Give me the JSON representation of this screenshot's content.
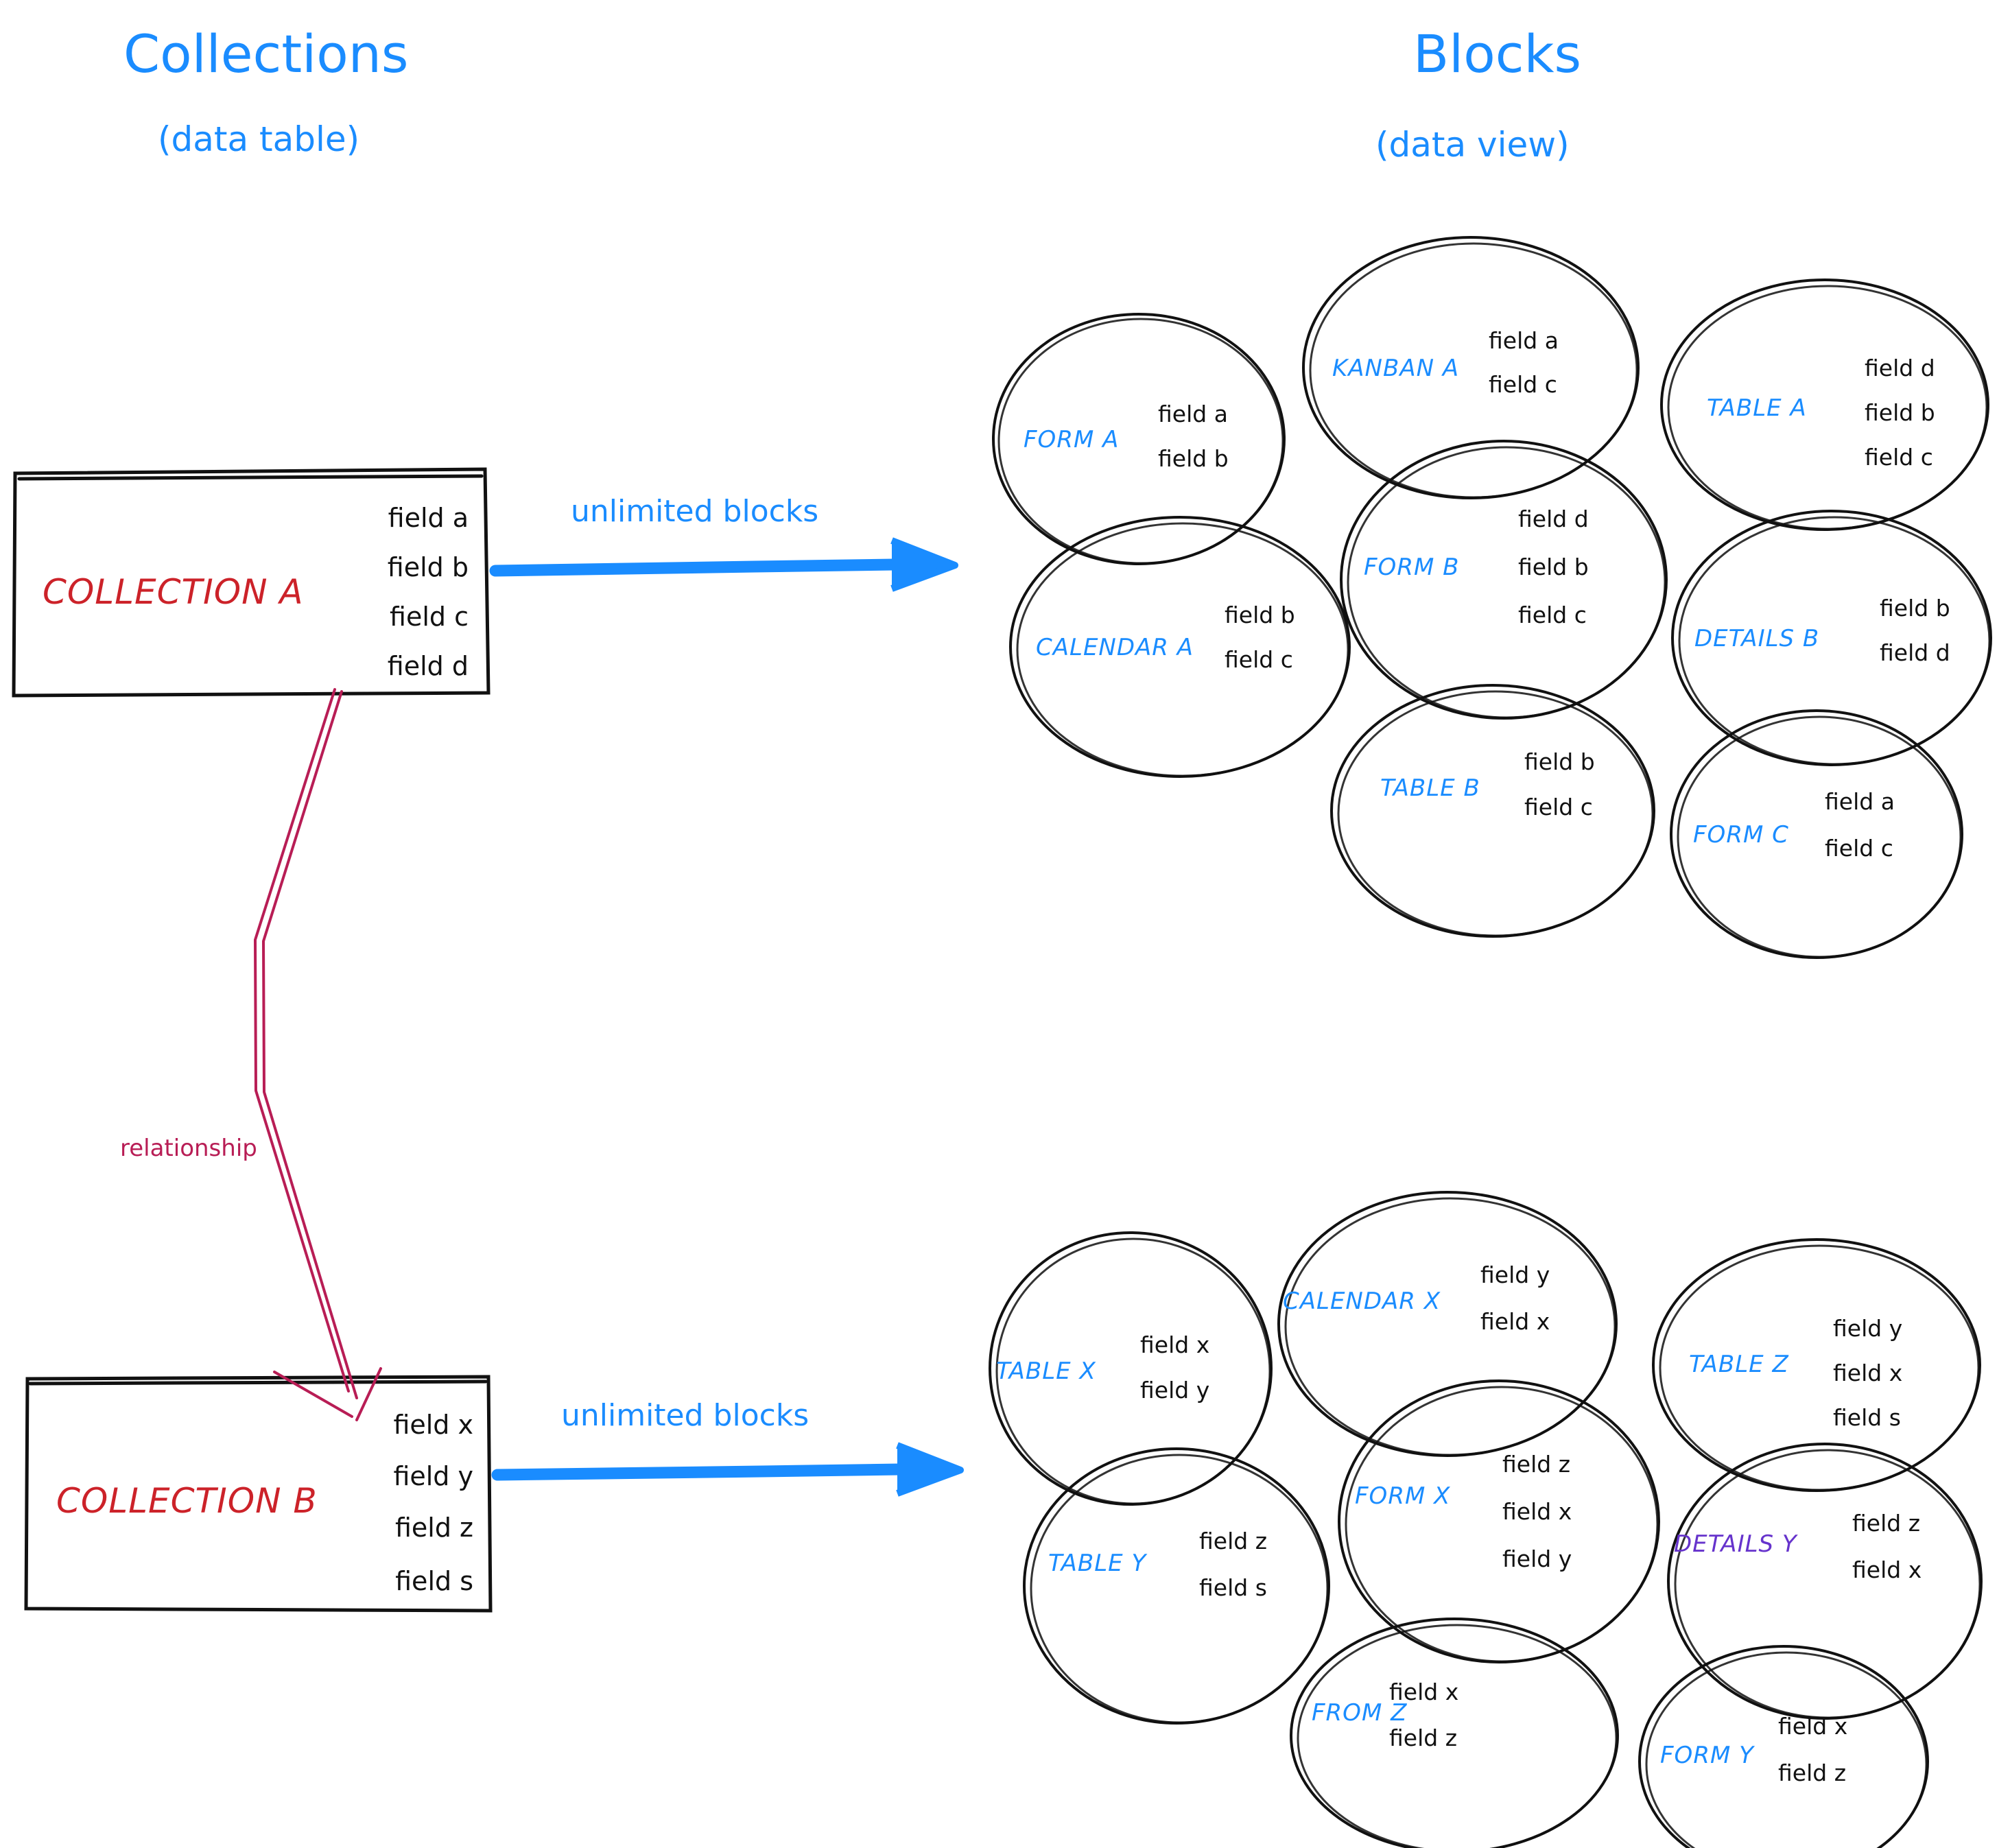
{
  "headings": {
    "left_title": "Collections",
    "left_subtitle": "(data table)",
    "right_title": "Blocks",
    "right_subtitle": "(data view)"
  },
  "colors": {
    "accent_blue": "#1a8cff",
    "collection_red": "#cc2229",
    "relationship_crimson": "#b81d55",
    "details_purple": "#6633cc",
    "ink_black": "#111111",
    "background": "#ffffff"
  },
  "collections": [
    {
      "id": "collection-a",
      "name": "COLLECTION A",
      "fields": [
        "field a",
        "field b",
        "field c",
        "field d"
      ],
      "arrow_label": "unlimited blocks"
    },
    {
      "id": "collection-b",
      "name": "COLLECTION B",
      "fields": [
        "field x",
        "field y",
        "field z",
        "field s"
      ],
      "arrow_label": "unlimited blocks"
    }
  ],
  "relationship": {
    "label": "relationship"
  },
  "blocks_group_a": [
    {
      "name": "FORM A",
      "color": "blue",
      "fields": [
        "field a",
        "field b"
      ]
    },
    {
      "name": "KANBAN A",
      "color": "blue",
      "fields": [
        "field a",
        "field c"
      ]
    },
    {
      "name": "TABLE A",
      "color": "blue",
      "fields": [
        "field d",
        "field b",
        "field c"
      ]
    },
    {
      "name": "CALENDAR A",
      "color": "blue",
      "fields": [
        "field b",
        "field c"
      ]
    },
    {
      "name": "FORM B",
      "color": "blue",
      "fields": [
        "field d",
        "field b",
        "field c"
      ]
    },
    {
      "name": "DETAILS B",
      "color": "blue",
      "fields": [
        "field b",
        "field d"
      ]
    },
    {
      "name": "TABLE B",
      "color": "blue",
      "fields": [
        "field b",
        "field c"
      ]
    },
    {
      "name": "FORM C",
      "color": "blue",
      "fields": [
        "field a",
        "field c"
      ]
    }
  ],
  "blocks_group_b": [
    {
      "name": "TABLE X",
      "color": "blue",
      "fields": [
        "field x",
        "field y"
      ]
    },
    {
      "name": "CALENDAR X",
      "color": "blue",
      "fields": [
        "field y",
        "field x"
      ]
    },
    {
      "name": "TABLE Z",
      "color": "blue",
      "fields": [
        "field y",
        "field x",
        "field s"
      ]
    },
    {
      "name": "TABLE Y",
      "color": "blue",
      "fields": [
        "field z",
        "field s"
      ]
    },
    {
      "name": "FORM X",
      "color": "blue",
      "fields": [
        "field z",
        "field x",
        "field y"
      ]
    },
    {
      "name": "DETAILS Y",
      "color": "purple",
      "fields": [
        "field z",
        "field x"
      ]
    },
    {
      "name": "FROM Z",
      "color": "blue",
      "fields": [
        "field x",
        "field z"
      ]
    },
    {
      "name": "FORM Y",
      "color": "blue",
      "fields": [
        "field x",
        "field z"
      ]
    }
  ]
}
